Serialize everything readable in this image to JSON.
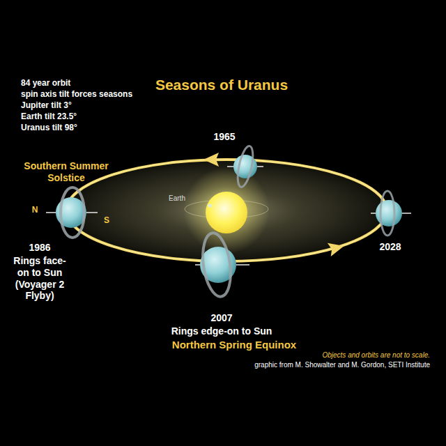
{
  "diagram": {
    "title": "Seasons of Uranus",
    "labels": [
      "84 year orbit",
      "spin axis tilt forces seasons",
      "Jupiter tilt 3°",
      "Earth tilt 23.5°",
      "Uranus tilt 98°",
      "1965",
      "Southern Summer Solstice",
      "N",
      "S",
      "Earth",
      "1986",
      "Rings face-on to Sun (Voyager 2 Flyby)",
      "2028",
      "2007",
      "Rings edge-on to Sun",
      "Northern Spring Equinox",
      "Objects and orbits are not to scale.",
      "graphic from M. Showalter and M. Gordon, SETI Institute"
    ]
  }
}
